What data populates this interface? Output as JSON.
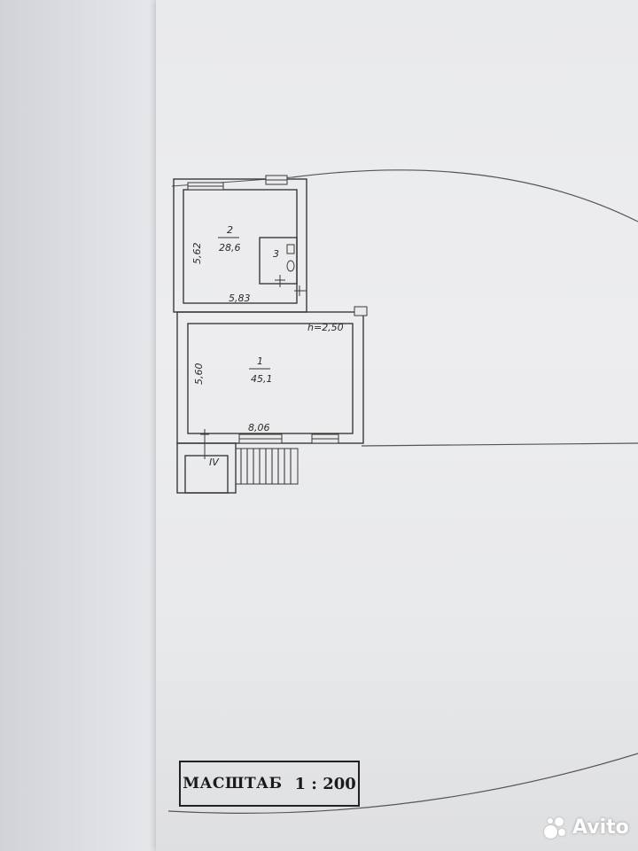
{
  "plan": {
    "rooms": [
      {
        "number": "2",
        "area": "28,6"
      },
      {
        "number": "3",
        "area": ""
      },
      {
        "number": "1",
        "area": "45,1"
      }
    ],
    "dimensions": {
      "room2_height": "5,62",
      "room2_width": "5,83",
      "room1_height": "5,60",
      "room1_width": "8,06"
    },
    "ceiling_height": "h=2,50",
    "entrance_mark": "IV"
  },
  "scale": {
    "word": "МАСШТАБ",
    "value": "1 : 200"
  },
  "watermark": {
    "brand": "Avito"
  }
}
